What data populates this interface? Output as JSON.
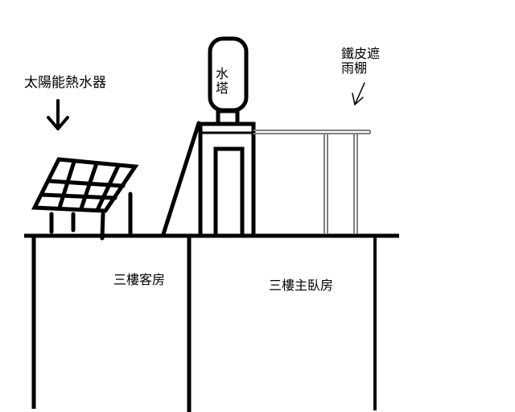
{
  "labels": {
    "solar_heater": "太陽能熱水器",
    "water_tower_line1": "水",
    "water_tower_line2": "塔",
    "awning_line1": "鐵皮遮",
    "awning_line2": "雨棚",
    "guest_room": "三樓客房",
    "master_bedroom": "三樓主臥房"
  },
  "colors": {
    "ink": "#000000",
    "background": "#ffffff",
    "awning_stroke": "#7f7f7f"
  }
}
